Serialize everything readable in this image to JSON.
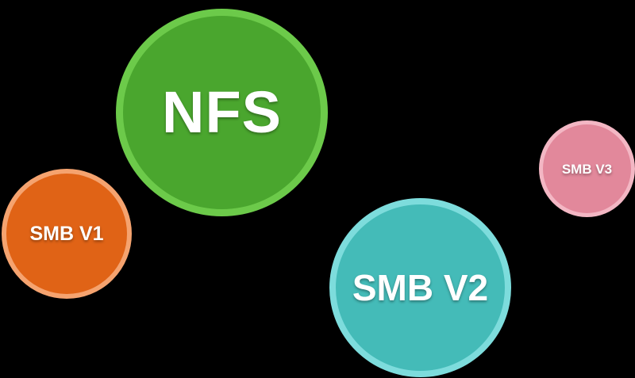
{
  "diagram": {
    "background": "#000000",
    "nodes": [
      {
        "id": "nfs",
        "label": "NFS",
        "fill": "#4aa62e",
        "ring": "#6cca4a"
      },
      {
        "id": "smb1",
        "label": "SMB V1",
        "fill": "#e06316",
        "ring": "#f5a36f"
      },
      {
        "id": "smb2",
        "label": "SMB V2",
        "fill": "#44bbb8",
        "ring": "#7ddcdc"
      },
      {
        "id": "smb3",
        "label": "SMB V3",
        "fill": "#e2889b",
        "ring": "#f3b7c4"
      }
    ]
  }
}
